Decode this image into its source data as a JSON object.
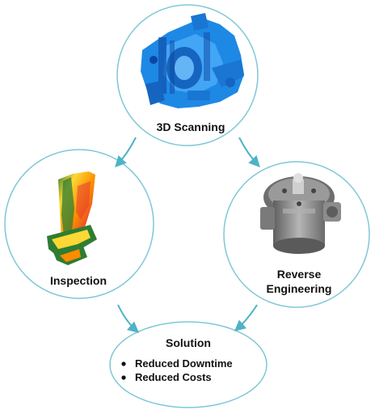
{
  "nodes": {
    "scanning": {
      "label": "3D Scanning",
      "icon": "scanned-turbine-assembly-icon"
    },
    "inspection": {
      "label": "Inspection",
      "icon": "turbine-blade-heatmap-icon"
    },
    "reverse": {
      "label_line1": "Reverse",
      "label_line2": "Engineering",
      "icon": "gray-mechanical-assembly-icon"
    },
    "solution": {
      "title": "Solution",
      "bullets": [
        "Reduced Downtime",
        "Reduced Costs"
      ]
    }
  },
  "colors": {
    "circle_stroke": "#7fc7d8",
    "arrow": "#4fb3c7",
    "scan_blue": "#1e88e5",
    "part_gray": "#8a8a8a"
  }
}
